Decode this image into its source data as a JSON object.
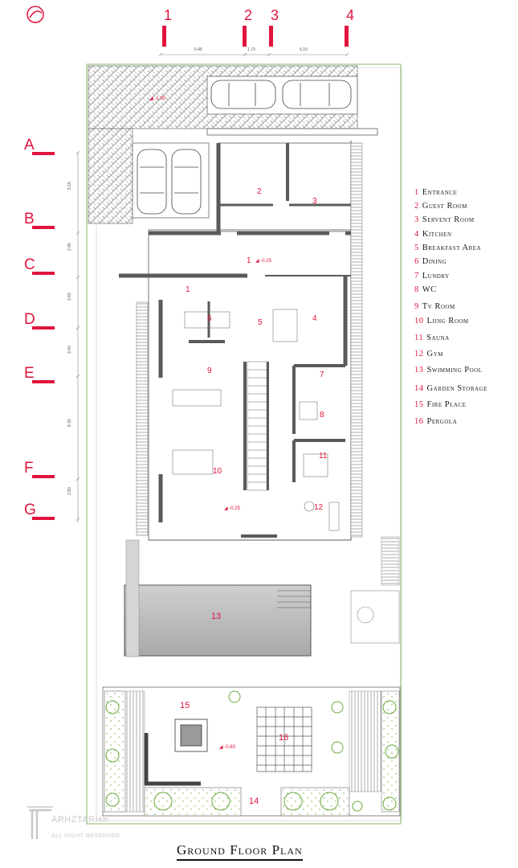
{
  "title": "Ground Floor Plan",
  "brand": {
    "name": "ARHZTARH",
    "tagline": "ALL RIGHT RESERVED",
    "mark": "®"
  },
  "vertical_axes": [
    {
      "label": "1"
    },
    {
      "label": "2"
    },
    {
      "label": "3"
    },
    {
      "label": "4"
    }
  ],
  "horizontal_axes": [
    {
      "label": "A"
    },
    {
      "label": "B"
    },
    {
      "label": "C"
    },
    {
      "label": "D"
    },
    {
      "label": "E"
    },
    {
      "label": "F"
    },
    {
      "label": "G"
    }
  ],
  "top_dimensions": [
    "5.45",
    "1.70",
    "5.10"
  ],
  "side_dimensions": [
    "5.15",
    "2.95",
    "3.65",
    "3.40",
    "8.30",
    "2.80"
  ],
  "levels": [
    "-1.00",
    "-0.25",
    "-0.25",
    "-0.60"
  ],
  "room_tags": [
    "1",
    "1",
    "2",
    "3",
    "4",
    "5",
    "6",
    "7",
    "8",
    "9",
    "10",
    "11",
    "12",
    "13",
    "14",
    "15",
    "16"
  ],
  "legend": [
    {
      "num": "1",
      "name": "Entrance"
    },
    {
      "num": "2",
      "name": "Guest Room"
    },
    {
      "num": "3",
      "name": "Servent Room"
    },
    {
      "num": "4",
      "name": "Kitchen"
    },
    {
      "num": "5",
      "name": "Breakfast Area"
    },
    {
      "num": "6",
      "name": "Dining"
    },
    {
      "num": "7",
      "name": "Lundry"
    },
    {
      "num": "8",
      "name": "WC"
    },
    {
      "num": "9",
      "name": "Tv Room"
    },
    {
      "num": "10",
      "name": "Liing Room"
    },
    {
      "num": "11",
      "name": "Sauna"
    },
    {
      "num": "12",
      "name": "Gym"
    },
    {
      "num": "13",
      "name": "Swimming Pool"
    },
    {
      "num": "14",
      "name": "Garden Storage"
    },
    {
      "num": "15",
      "name": "Fire Place"
    },
    {
      "num": "16",
      "name": "Pergola"
    }
  ],
  "colors": {
    "accent": "#e0143c",
    "wall": "#5a5a5a",
    "pool": "#bdbdbd",
    "planting": "#7cc242"
  }
}
